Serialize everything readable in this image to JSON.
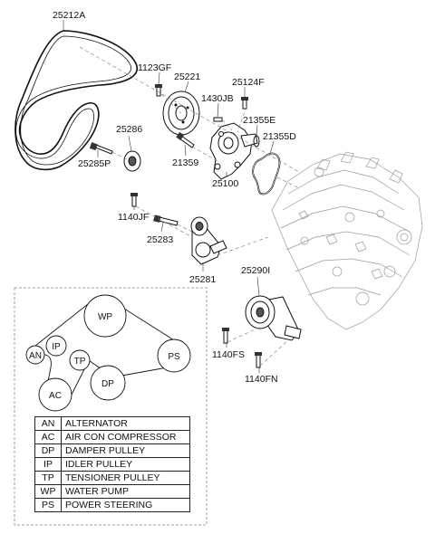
{
  "part_labels": {
    "p25212A": "25212A",
    "p1123GF": "1123GF",
    "p25221": "25221",
    "p25124F": "25124F",
    "p1430JB": "1430JB",
    "p21355E": "21355E",
    "p21355D": "21355D",
    "p25286": "25286",
    "p25285P": "25285P",
    "p21359": "21359",
    "p25100": "25100",
    "p1140JF": "1140JF",
    "p25283": "25283",
    "p25281": "25281",
    "p25290I": "25290I",
    "p1140FS": "1140FS",
    "p1140FN": "1140FN"
  },
  "routing": {
    "WP": "WP",
    "IP": "IP",
    "AN": "AN",
    "TP": "TP",
    "PS": "PS",
    "DP": "DP",
    "AC": "AC"
  },
  "legend": [
    {
      "code": "AN",
      "name": "ALTERNATOR"
    },
    {
      "code": "AC",
      "name": "AIR CON COMPRESSOR"
    },
    {
      "code": "DP",
      "name": "DAMPER PULLEY"
    },
    {
      "code": "IP",
      "name": "IDLER PULLEY"
    },
    {
      "code": "TP",
      "name": "TENSIONER PULLEY"
    },
    {
      "code": "WP",
      "name": "WATER PUMP"
    },
    {
      "code": "PS",
      "name": "POWER STEERING"
    }
  ]
}
